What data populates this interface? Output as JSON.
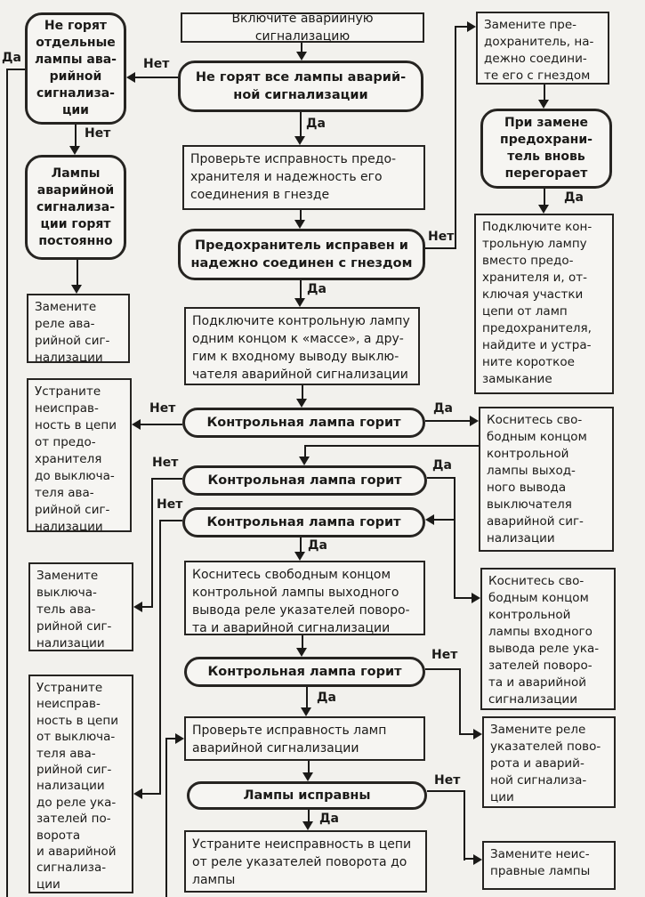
{
  "labels": {
    "yes": "Да",
    "no": "Нет"
  },
  "colors": {
    "ink": "#1b1a18",
    "paper": "#f2f1ed"
  },
  "nodes": {
    "l1": "Не горят\nотдельные\nлампы ава-\nрийной\nсигнализа-\nции",
    "l2": "Лампы\nаварийной\nсигнализа-\nции горят\nпостоянно",
    "l3": "Замените\nреле ава-\nрийной сиг-\nнализации",
    "l4": "Устраните\nнеисправ-\nность в цепи\nот предо-\nхранителя\nдо выключа-\nтеля ава-\nрийной сиг-\nнализации",
    "l5": "Замените\nвыключа-\nтель ава-\nрийной сиг-\nнализации",
    "l6": "Устраните\nнеисправ-\nность в цепи\nот выключа-\nтеля ава-\nрийной сиг-\nнализации\nдо реле ука-\nзателей по-\nворота\nи аварийной\nсигнализа-\nции",
    "c1": "Включите аварийную сигнализацию",
    "c2": "Не горят все лампы аварий-\nной сигнализации",
    "c3": "Проверьте исправность предо-\nхранителя и надежность его\nсоединения в гнезде",
    "c4": "Предохранитель исправен и\nнадежно соединен с гнездом",
    "c5": "Подключите контрольную лампу\nодним концом к «массе», а дру-\nгим к входному выводу выклю-\nчателя аварийной сигнализации",
    "c6": "Контрольная лампа горит",
    "c7": "Контрольная лампа горит",
    "c8": "Контрольная лампа горит",
    "c9": "Коснитесь свободным концом\nконтрольной лампы выходного\nвывода реле указателей поворо-\nта и аварийной сигнализации",
    "c10": "Контрольная лампа горит",
    "c11": "Проверьте исправность ламп\nаварийной сигнализации",
    "c12": "Лампы исправны",
    "c13": "Устраните неисправность в цепи\nот реле указателей поворота до\nлампы",
    "r1": "Замените пре-\nдохранитель, на-\nдежно соедини-\nте его с гнездом",
    "r2": "При замене\nпредохрани-\nтель вновь\nперегорает",
    "r3": "Подключите кон-\nтрольную лампу\nвместо предо-\nхранителя и, от-\nключая участки\nцепи от ламп\nпредохранителя,\nнайдите и устра-\nните короткое\nзамыкание",
    "r4": "Коснитесь сво-\nбодным концом\nконтрольной\nлампы выход-\nного вывода\nвыключателя\nаварийной сиг-\nнализации",
    "r5": "Коснитесь сво-\nбодным концом\nконтрольной\nлампы входного\nвывода реле ука-\nзателей поворо-\nта и аварийной\nсигнализации",
    "r6": "Замените реле\nуказателей пово-\nрота и аварий-\nной сигнализа-\nции",
    "r7": "Замените неис-\nправные лампы"
  }
}
